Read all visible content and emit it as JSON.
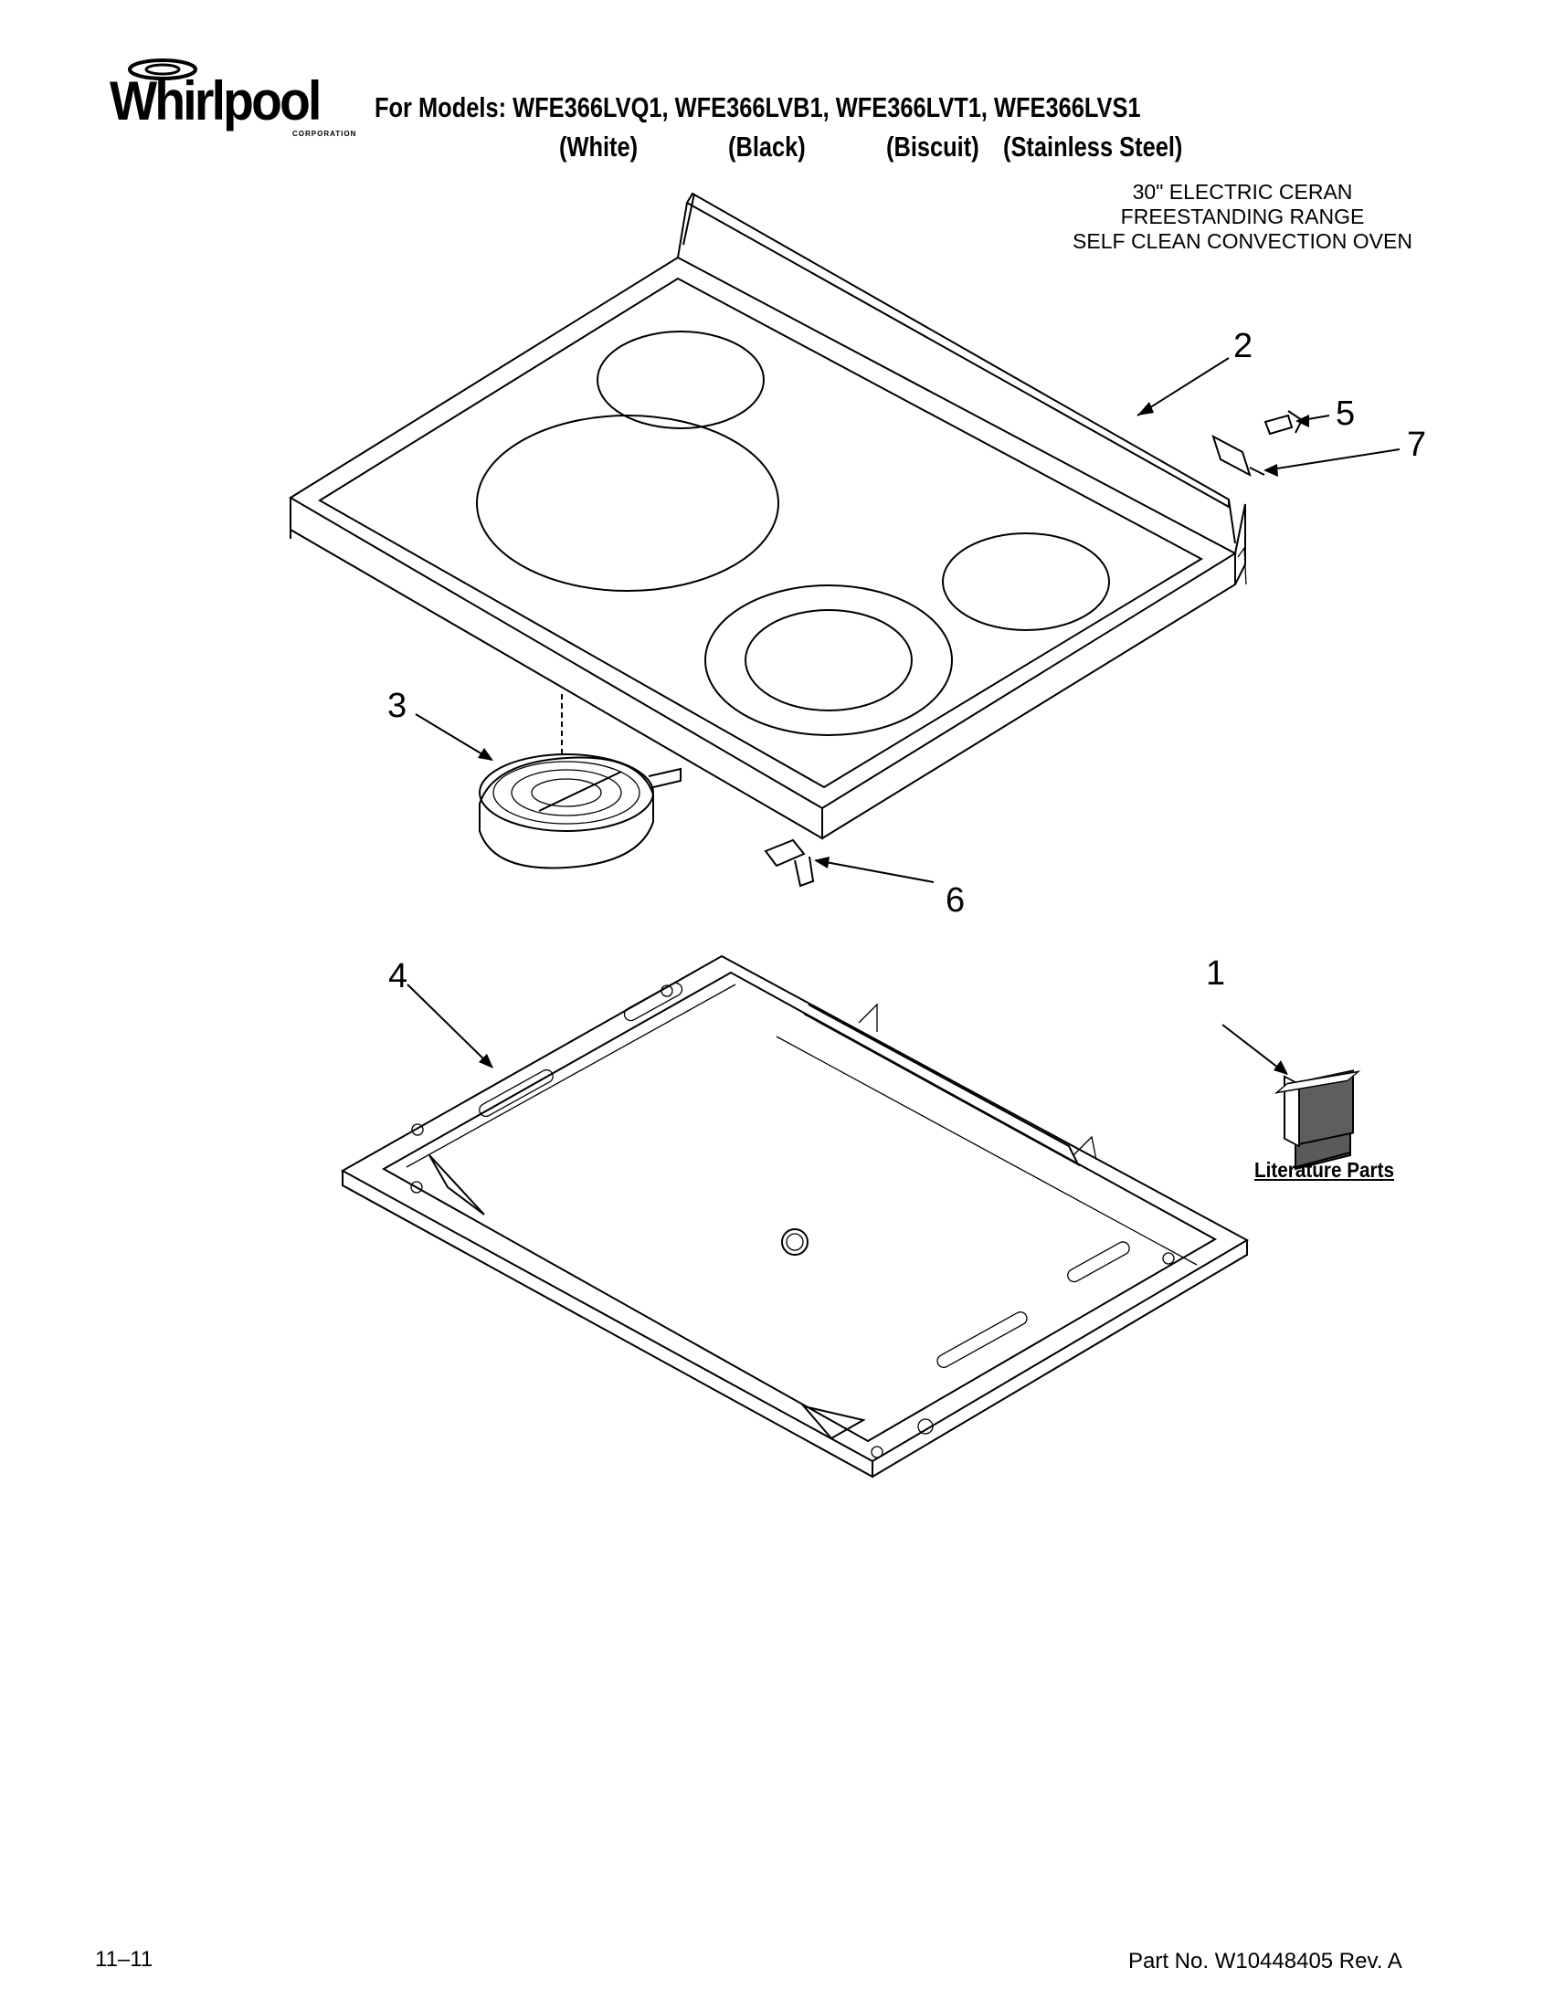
{
  "brand": {
    "logo_text": "Whirlpool",
    "logo_subtext": "CORPORATION"
  },
  "header": {
    "models_line": "For Models: WFE366LVQ1, WFE366LVB1, WFE366LVT1, WFE366LVS1",
    "color_labels": [
      "(White)",
      "(Black)",
      "(Biscuit)",
      "(Stainless Steel)"
    ]
  },
  "description": {
    "lines": [
      "30\" ELECTRIC CERAN",
      "FREESTANDING RANGE",
      "SELF CLEAN CONVECTION OVEN"
    ]
  },
  "callouts": {
    "c1": "1",
    "c2": "2",
    "c3": "3",
    "c4": "4",
    "c5": "5",
    "c6": "6",
    "c7": "7"
  },
  "literature_label": "Literature Parts",
  "footer": {
    "date_code": "11–11",
    "part_number": "Part No. W10448405 Rev. A"
  }
}
